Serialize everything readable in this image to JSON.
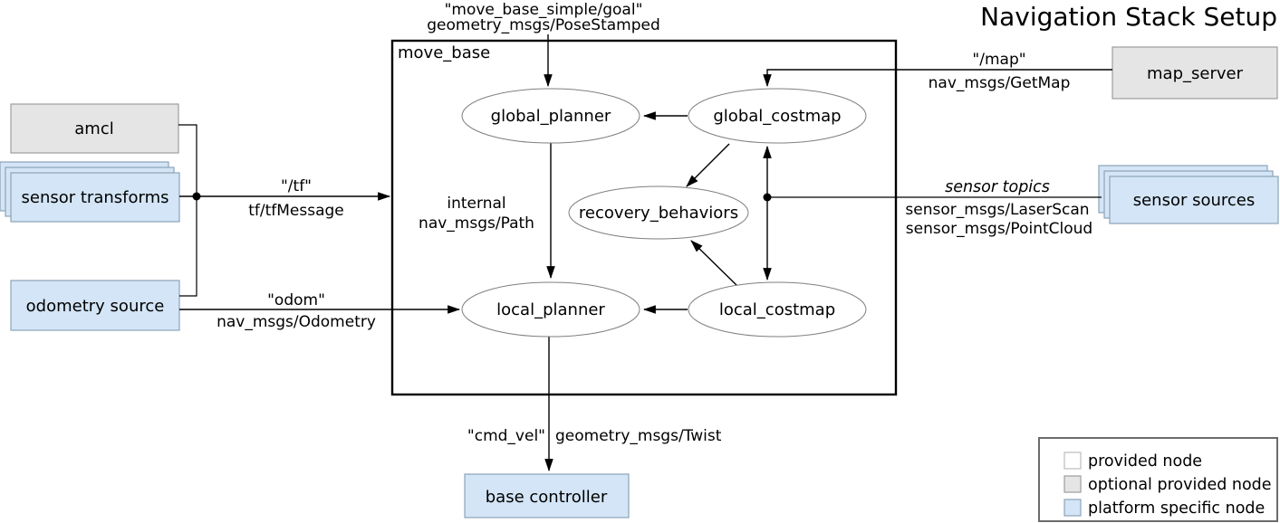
{
  "title": "Navigation Stack Setup",
  "colors": {
    "title": "#3d6fa8",
    "provided_node_fill": "#ffffff",
    "optional_node_fill": "#e5e5e5",
    "platform_node_fill": "#d3e5f6"
  },
  "move_base_box": {
    "label": "move_base"
  },
  "internal_nodes": {
    "global_planner": "global_planner",
    "global_costmap": "global_costmap",
    "recovery_behaviors": "recovery_behaviors",
    "local_planner": "local_planner",
    "local_costmap": "local_costmap"
  },
  "external_nodes": {
    "amcl": "amcl",
    "sensor_transforms": "sensor transforms",
    "odometry_source": "odometry source",
    "map_server": "map_server",
    "sensor_sources": "sensor sources",
    "base_controller": "base controller"
  },
  "edges": {
    "goal": {
      "topic": "\"move_base_simple/goal\"",
      "type": "geometry_msgs/PoseStamped"
    },
    "map": {
      "topic": "\"/map\"",
      "type": "nav_msgs/GetMap"
    },
    "tf": {
      "topic": "\"/tf\"",
      "type": "tf/tfMessage"
    },
    "odom": {
      "topic": "\"odom\"",
      "type": "nav_msgs/Odometry"
    },
    "internal": {
      "topic": "internal",
      "type": "nav_msgs/Path"
    },
    "sensor": {
      "topic": "sensor topics",
      "type1": "sensor_msgs/LaserScan",
      "type2": "sensor_msgs/PointCloud"
    },
    "cmd_vel": {
      "topic": "\"cmd_vel\"",
      "type": "geometry_msgs/Twist"
    }
  },
  "legend": {
    "items": [
      {
        "label": "provided node",
        "fill": "#ffffff"
      },
      {
        "label": "optional provided node",
        "fill": "#e5e5e5"
      },
      {
        "label": "platform specific node",
        "fill": "#d3e5f6"
      }
    ]
  }
}
